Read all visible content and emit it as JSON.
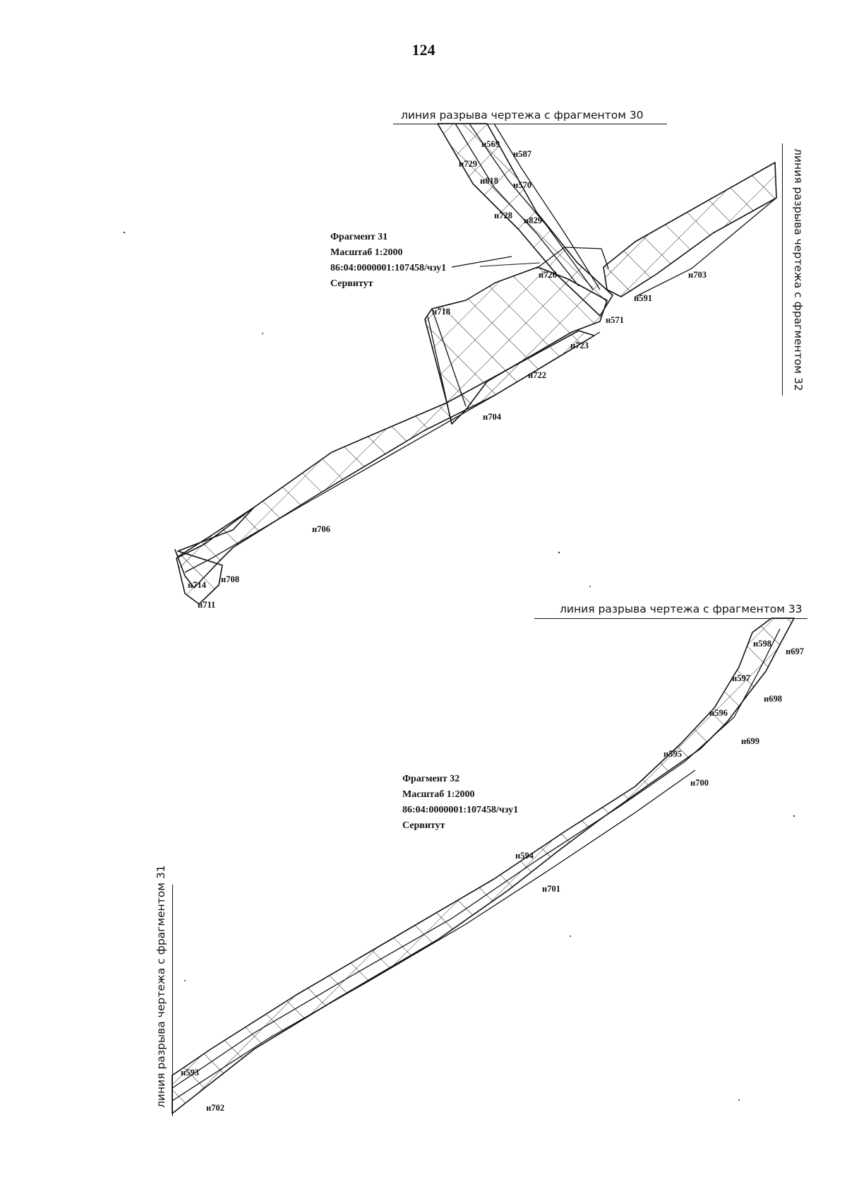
{
  "page_number": "124",
  "break_labels": {
    "top_fragment30": "линия разрыва чертежа с фрагментом 30",
    "right_fragment32": "линия разрыва чертежа с фрагментом 32",
    "mid_fragment33": "линия разрыва чертежа с фрагментом 33",
    "left_fragment31": "линия разрыва чертежа с фрагментом 31"
  },
  "fragment31": {
    "title": "Фрагмент 31",
    "scale": "Масштаб 1:2000",
    "cadastral": "86:04:0000001:107458/чзу1",
    "type": "Сервитут"
  },
  "fragment32": {
    "title": "Фрагмент 32",
    "scale": "Масштаб 1:2000",
    "cadastral": "86:04:0000001:107458/чзу1",
    "type": "Сервитут"
  },
  "point_labels": {
    "n569": "н569",
    "n587": "н587",
    "n729": "н729",
    "n818": "н818",
    "n570": "н570",
    "n728": "н728",
    "n829": "н829",
    "n726": "н726",
    "n703": "н703",
    "n591": "н591",
    "n718": "н718",
    "n571": "н571",
    "n723": "н723",
    "n722": "н722",
    "n704": "н704",
    "n706": "н706",
    "n708": "н708",
    "n714": "н714",
    "n711": "н711",
    "n598": "н598",
    "n697": "н697",
    "n597": "н597",
    "n698": "н698",
    "n596": "н596",
    "n699": "н699",
    "n595": "н595",
    "n700": "н700",
    "n594": "н594",
    "n701": "н701",
    "n593": "н593",
    "n702": "н702"
  }
}
